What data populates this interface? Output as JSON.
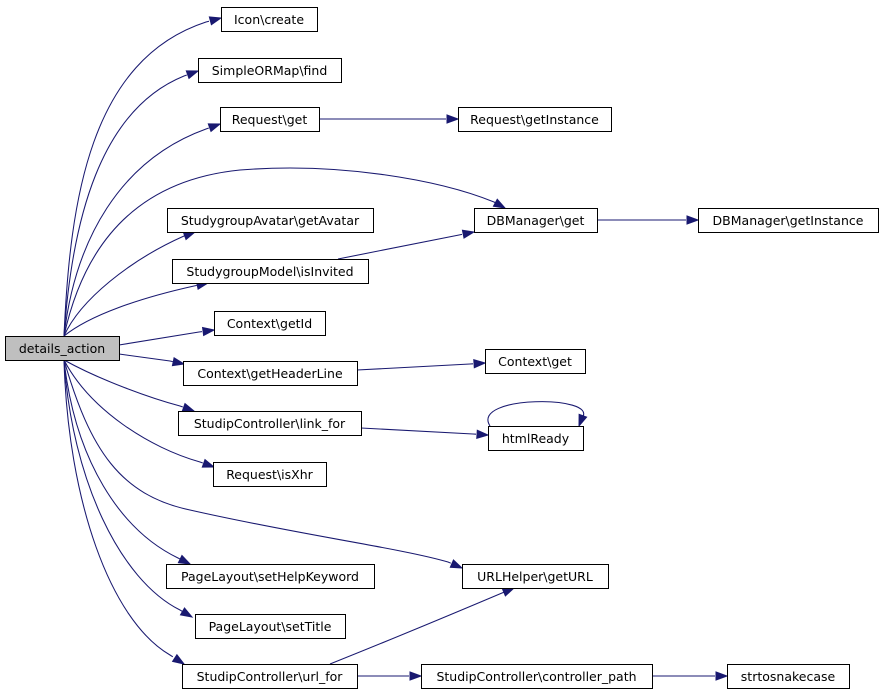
{
  "graph": {
    "nodes": [
      {
        "id": "details_action",
        "label": "details_action",
        "root": true
      },
      {
        "id": "icon_create",
        "label": "Icon\\create"
      },
      {
        "id": "simpleormap_find",
        "label": "SimpleORMap\\find"
      },
      {
        "id": "request_get",
        "label": "Request\\get"
      },
      {
        "id": "request_getinstance",
        "label": "Request\\getInstance"
      },
      {
        "id": "dbmanager_get",
        "label": "DBManager\\get"
      },
      {
        "id": "dbmanager_getinstance",
        "label": "DBManager\\getInstance"
      },
      {
        "id": "studygroupavatar_getavatar",
        "label": "StudygroupAvatar\\getAvatar"
      },
      {
        "id": "studygroupmodel_isinvited",
        "label": "StudygroupModel\\isInvited"
      },
      {
        "id": "context_getid",
        "label": "Context\\getId"
      },
      {
        "id": "context_getheaderline",
        "label": "Context\\getHeaderLine"
      },
      {
        "id": "context_get",
        "label": "Context\\get"
      },
      {
        "id": "studipcontroller_link_for",
        "label": "StudipController\\link_for"
      },
      {
        "id": "htmlready",
        "label": "htmlReady"
      },
      {
        "id": "request_isxhr",
        "label": "Request\\isXhr"
      },
      {
        "id": "pagelayout_sethelpkeyword",
        "label": "PageLayout\\setHelpKeyword"
      },
      {
        "id": "urlhelper_geturl",
        "label": "URLHelper\\getURL"
      },
      {
        "id": "pagelayout_settitle",
        "label": "PageLayout\\setTitle"
      },
      {
        "id": "studipcontroller_url_for",
        "label": "StudipController\\url_for"
      },
      {
        "id": "studipcontroller_controller_path",
        "label": "StudipController\\controller_path"
      },
      {
        "id": "strtosnakecase",
        "label": "strtosnakecase"
      }
    ],
    "edges": [
      {
        "from": "details_action",
        "to": "icon_create"
      },
      {
        "from": "details_action",
        "to": "simpleormap_find"
      },
      {
        "from": "details_action",
        "to": "request_get"
      },
      {
        "from": "details_action",
        "to": "dbmanager_get"
      },
      {
        "from": "details_action",
        "to": "studygroupavatar_getavatar"
      },
      {
        "from": "details_action",
        "to": "studygroupmodel_isinvited"
      },
      {
        "from": "details_action",
        "to": "context_getid"
      },
      {
        "from": "details_action",
        "to": "context_getheaderline"
      },
      {
        "from": "details_action",
        "to": "studipcontroller_link_for"
      },
      {
        "from": "details_action",
        "to": "request_isxhr"
      },
      {
        "from": "details_action",
        "to": "urlhelper_geturl"
      },
      {
        "from": "details_action",
        "to": "pagelayout_sethelpkeyword"
      },
      {
        "from": "details_action",
        "to": "pagelayout_settitle"
      },
      {
        "from": "details_action",
        "to": "studipcontroller_url_for"
      },
      {
        "from": "request_get",
        "to": "request_getinstance"
      },
      {
        "from": "dbmanager_get",
        "to": "dbmanager_getinstance"
      },
      {
        "from": "studygroupmodel_isinvited",
        "to": "dbmanager_get"
      },
      {
        "from": "context_getheaderline",
        "to": "context_get"
      },
      {
        "from": "studipcontroller_link_for",
        "to": "htmlready"
      },
      {
        "from": "htmlready",
        "to": "htmlready"
      },
      {
        "from": "studipcontroller_url_for",
        "to": "urlhelper_geturl"
      },
      {
        "from": "studipcontroller_url_for",
        "to": "studipcontroller_controller_path"
      },
      {
        "from": "studipcontroller_controller_path",
        "to": "strtosnakecase"
      }
    ]
  },
  "colors": {
    "edge": "#191970",
    "node_border": "#000000",
    "node_fill": "#ffffff",
    "root_fill": "#bfbfbf"
  }
}
